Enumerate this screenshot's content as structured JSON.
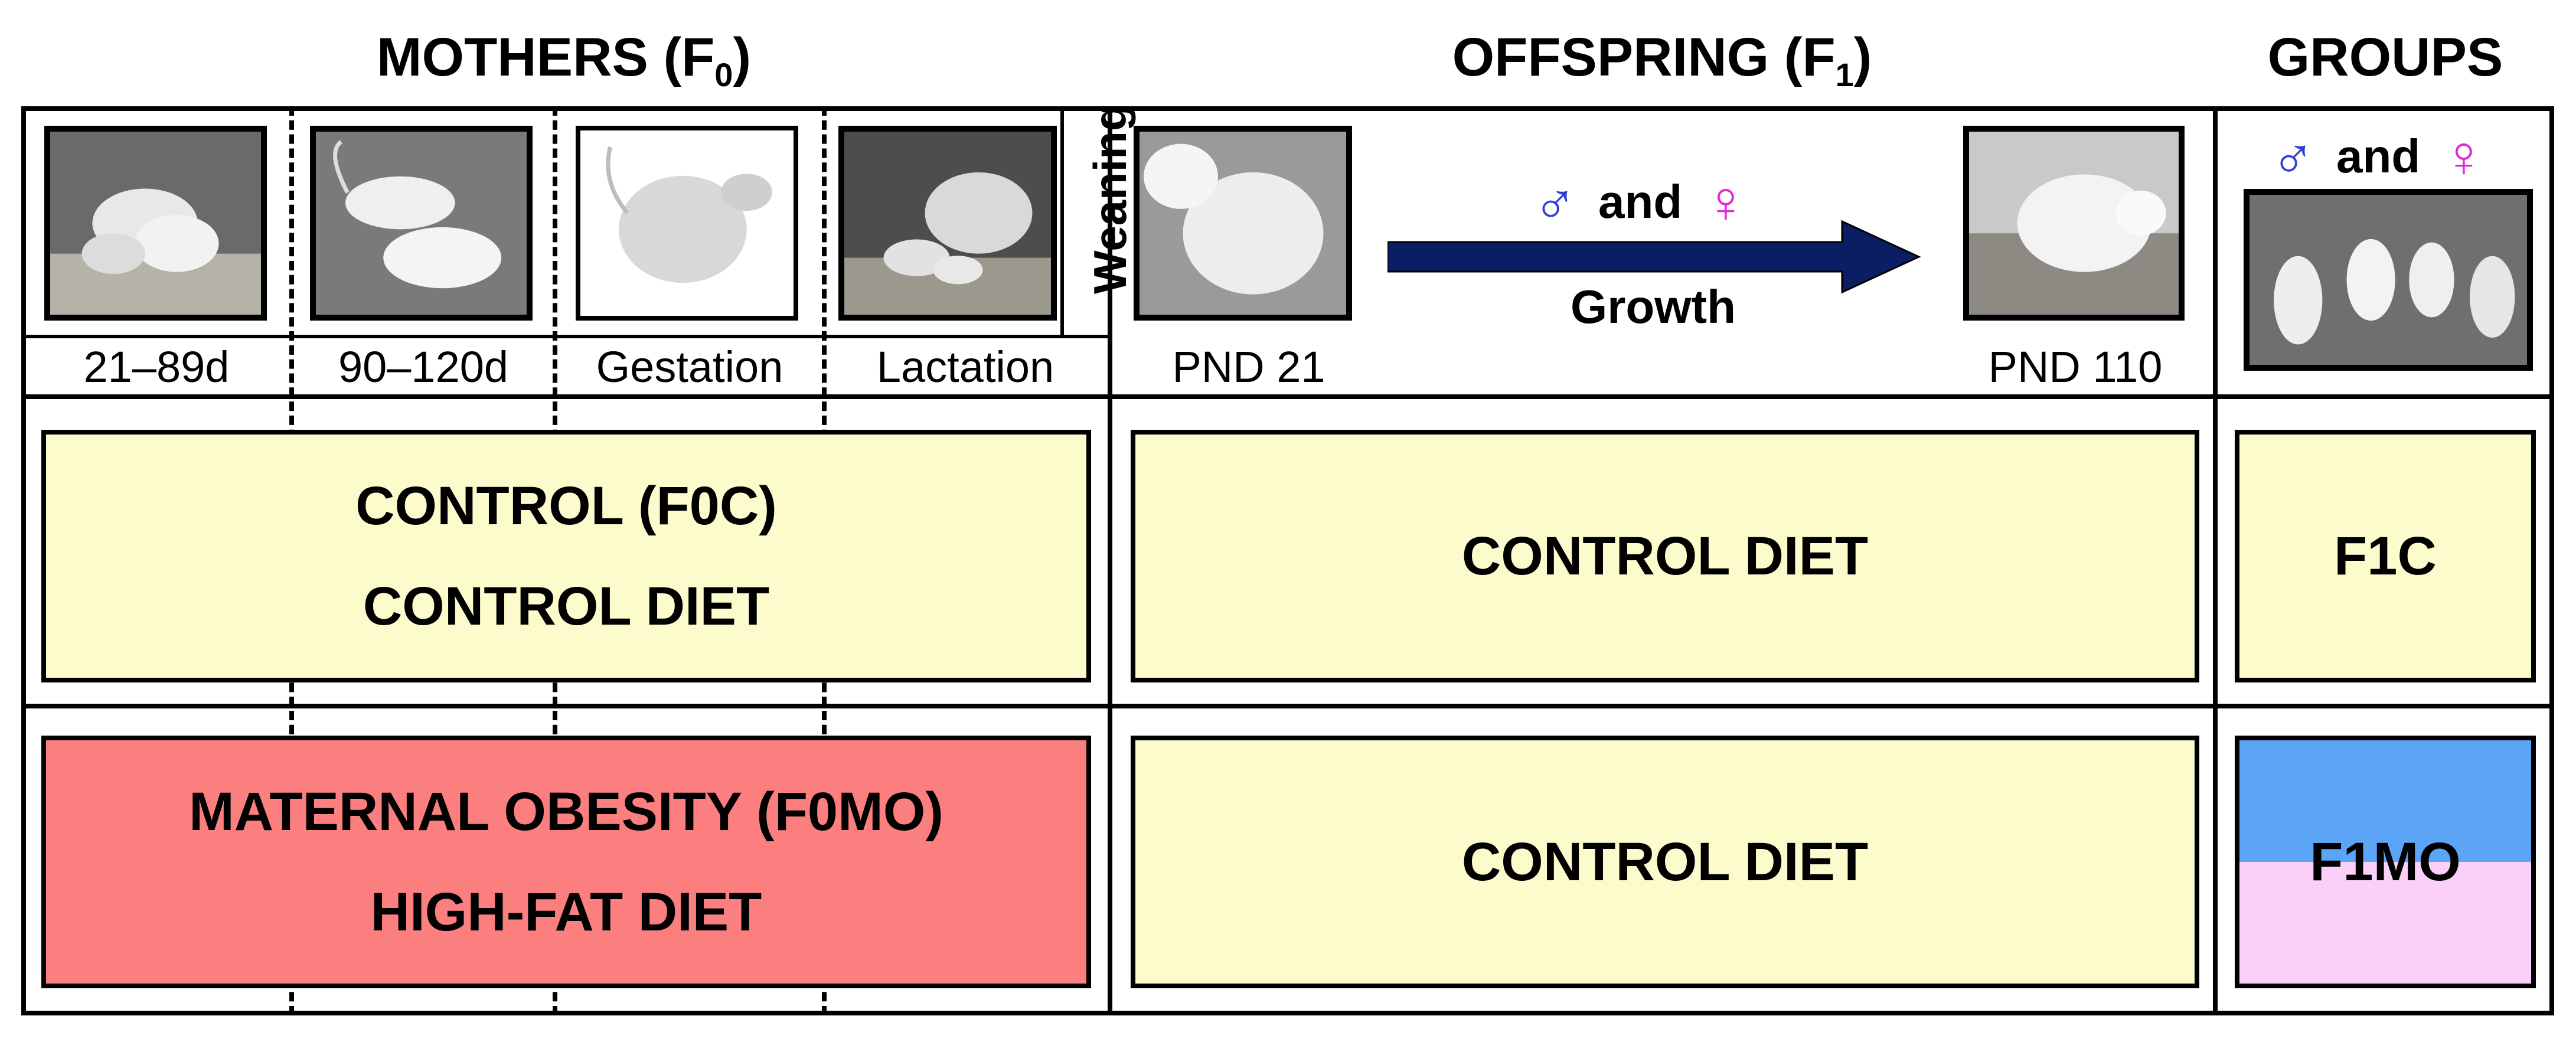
{
  "headers": {
    "mothers": "MOTHERS (F",
    "mothers_sub": "0",
    "mothers_close": ")",
    "offspring": "OFFSPRING (F",
    "offspring_sub": "1",
    "offspring_close": ")",
    "groups": "GROUPS"
  },
  "mothers_periods": [
    "21–89d",
    "90–120d",
    "Gestation",
    "Lactation"
  ],
  "weaning_label": "Weaning",
  "offspring_timeline": {
    "start": "PND 21",
    "end": "PND 110",
    "and_text": "and",
    "male_symbol": "♂",
    "female_symbol": "♀",
    "growth_label": "Growth"
  },
  "groups_sex": {
    "male_symbol": "♂",
    "and_text": "and",
    "female_symbol": "♀"
  },
  "rows": [
    {
      "mother_line1": "CONTROL (F0C)",
      "mother_line2": "CONTROL DIET",
      "offspring_diet": "CONTROL DIET",
      "group": "F1C"
    },
    {
      "mother_line1": "MATERNAL OBESITY (F0MO)",
      "mother_line2": "HIGH-FAT DIET",
      "offspring_diet": "CONTROL DIET",
      "group": "F1MO"
    }
  ],
  "colors": {
    "control_fill": "#fbfbcb",
    "obesity_fill": "#fb7f7f",
    "arrow": "#0b1d63",
    "male": "#2f3ed3",
    "female": "#e42ad6",
    "group_top": "#5ba4f6",
    "group_bottom": "#fbd0f8"
  },
  "icons": [
    "mouse-photo-juvenile-rats",
    "mouse-photo-adult-rats",
    "mouse-photo-pregnant-rat",
    "mouse-photo-nursing-rat",
    "mouse-photo-pnd21-rat",
    "mouse-photo-pnd110-rat",
    "mouse-photo-group-rats",
    "growth-arrow-icon"
  ]
}
